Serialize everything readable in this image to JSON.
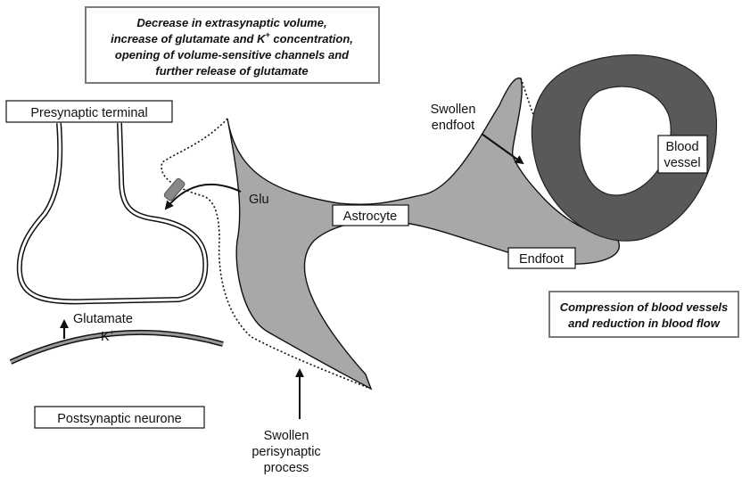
{
  "top_note": {
    "line1": "Decrease in extrasynaptic volume,",
    "line2_a": "increase of glutamate and K",
    "line2_sup": "+",
    "line2_b": " concentration,",
    "line3": "opening of volume-sensitive channels and",
    "line4": "further release of glutamate"
  },
  "bottom_note": {
    "line1": "Compression of blood vessels",
    "line2": "and reduction in blood flow"
  },
  "labels": {
    "presynaptic": "Presynaptic terminal",
    "postsynaptic": "Postsynaptic neurone",
    "astrocyte": "Astrocyte",
    "endfoot": "Endfoot",
    "blood_vessel_1": "Blood",
    "blood_vessel_2": "vessel",
    "swollen_endfoot_1": "Swollen",
    "swollen_endfoot_2": "endfoot",
    "glu": "Glu",
    "glutamate": "Glutamate",
    "potassium": "K",
    "potassium_sup": "+",
    "swollen_process_1": "Swollen",
    "swollen_process_2": "perisynaptic",
    "swollen_process_3": "process"
  },
  "colors": {
    "astrocyte_fill": "#a8a8a8",
    "vessel_fill": "#595959",
    "box_border": "#7a7a7a",
    "line": "#111111"
  }
}
